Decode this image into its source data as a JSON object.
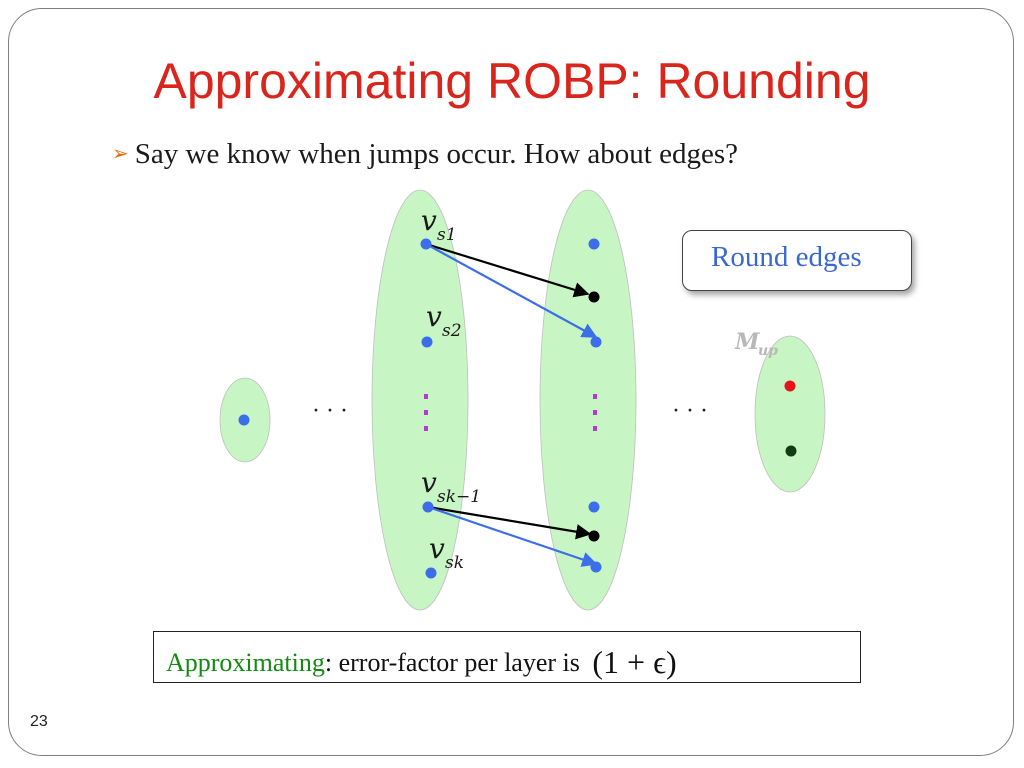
{
  "slide": {
    "title": "Approximating ROBP: Rounding",
    "bullet": "Say we know when jumps occur. How about edges?",
    "callout": "Round edges",
    "result_green": "Approximating",
    "result_rest": ": error-factor per layer is ",
    "result_formula": "(1 + ϵ)",
    "page_number": "23"
  },
  "diagram": {
    "labels": {
      "vs1": "s1",
      "vs2": "s2",
      "vsk1": "sk−1",
      "vsk": "sk",
      "mup": "up"
    },
    "ellipsis_left": "· · ·",
    "ellipsis_right": "· · ·",
    "colors": {
      "layer_fill": "#c7f5c3",
      "node_blue": "#3b6ee8",
      "node_black": "#000000",
      "node_red": "#e8121a",
      "node_dark_green": "#123d12",
      "arrow_blue": "#3b6ee8",
      "arrow_black": "#000000",
      "vertical_dots": "#b43ad6",
      "title_red": "#d9251c"
    }
  }
}
